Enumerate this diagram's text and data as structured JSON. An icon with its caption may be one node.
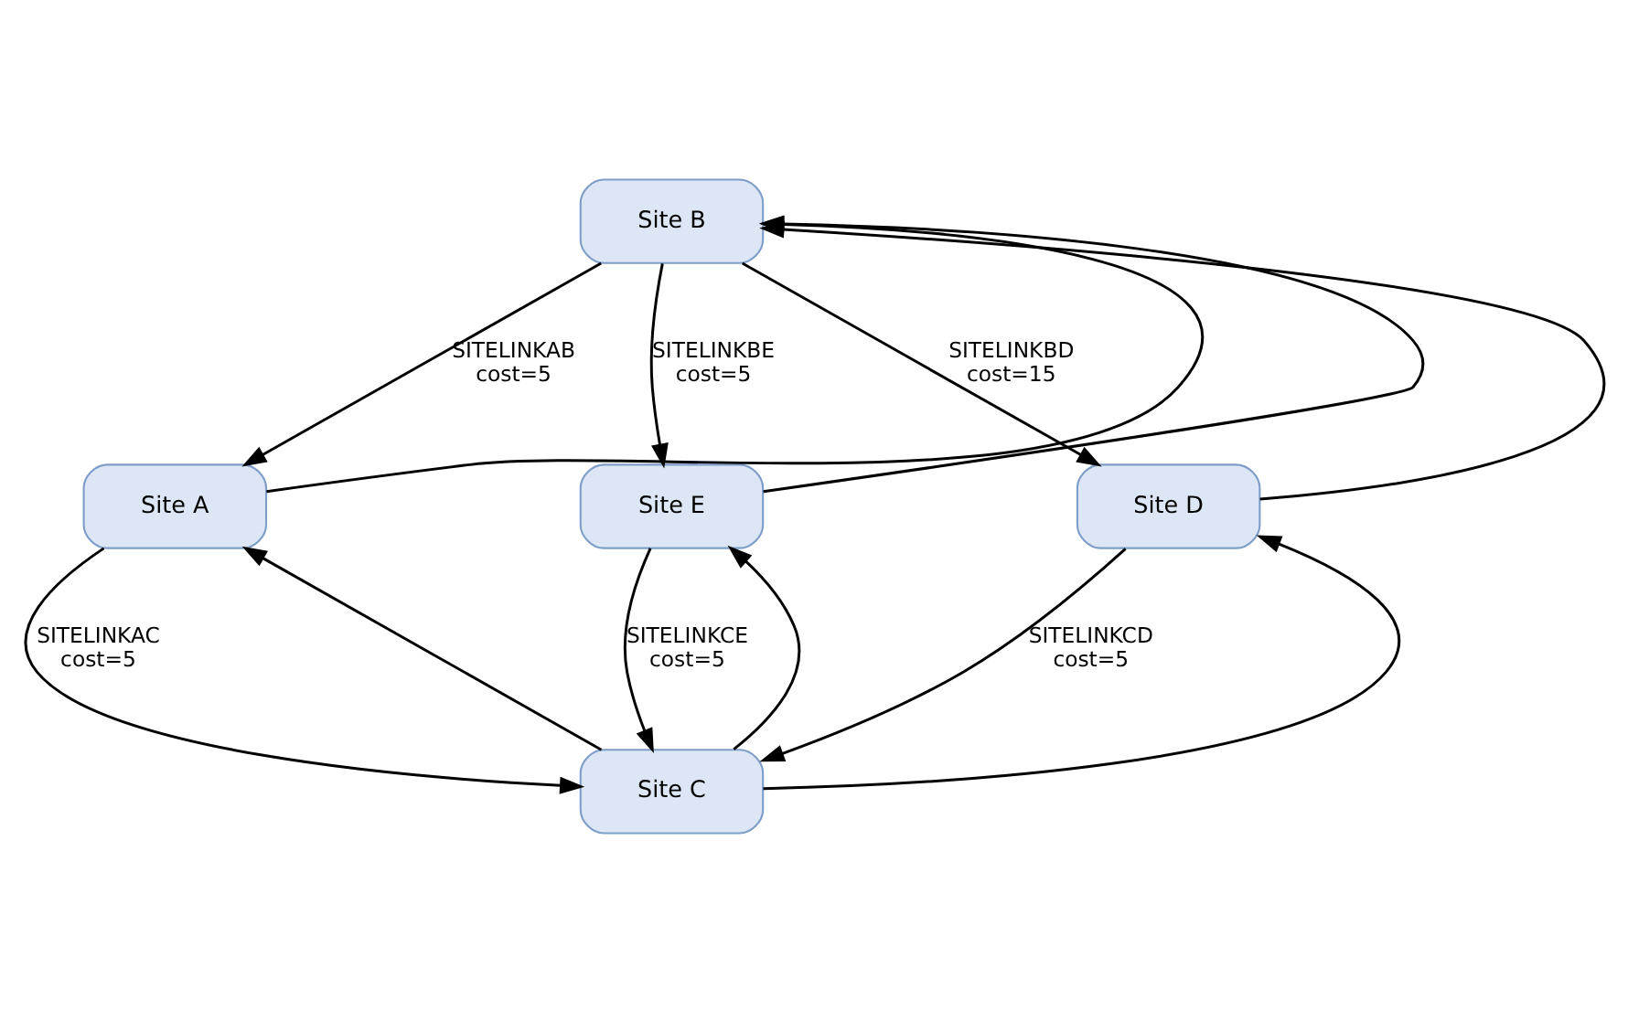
{
  "diagram": {
    "nodes": [
      {
        "text": [
          "Site B"
        ]
      },
      {
        "text": [
          "Site A"
        ]
      },
      {
        "text": [
          "Site E"
        ]
      },
      {
        "text": [
          "Site D"
        ]
      },
      {
        "text": [
          "Site C"
        ]
      }
    ],
    "edges": [
      {
        "from": 1,
        "to": 0,
        "arrow": "to"
      },
      {
        "from": 0,
        "to": 1,
        "arrow": "to",
        "label": "SITELINKAB cost=5"
      },
      {
        "from": 0,
        "to": 2,
        "arrow": "to",
        "label": "SITELINKBE cost=5"
      },
      {
        "from": 2,
        "to": 0,
        "arrow": "to"
      },
      {
        "from": 0,
        "to": 3,
        "arrow": "to",
        "label": "SITELINKBD cost=15"
      },
      {
        "from": 3,
        "to": 0,
        "arrow": "to"
      },
      {
        "from": 1,
        "to": 4,
        "arrow": "to",
        "label": "SITELINKAC cost=5"
      },
      {
        "from": 4,
        "to": 1,
        "arrow": "to"
      },
      {
        "from": 2,
        "to": 4,
        "arrow": "to",
        "label": "SITELINKCE cost=5"
      },
      {
        "from": 4,
        "to": 2,
        "arrow": "to"
      },
      {
        "from": 4,
        "to": 3,
        "arrow": "to"
      },
      {
        "from": 3,
        "to": 4,
        "arrow": "to",
        "label": "SITELINKCD cost=5"
      }
    ]
  }
}
